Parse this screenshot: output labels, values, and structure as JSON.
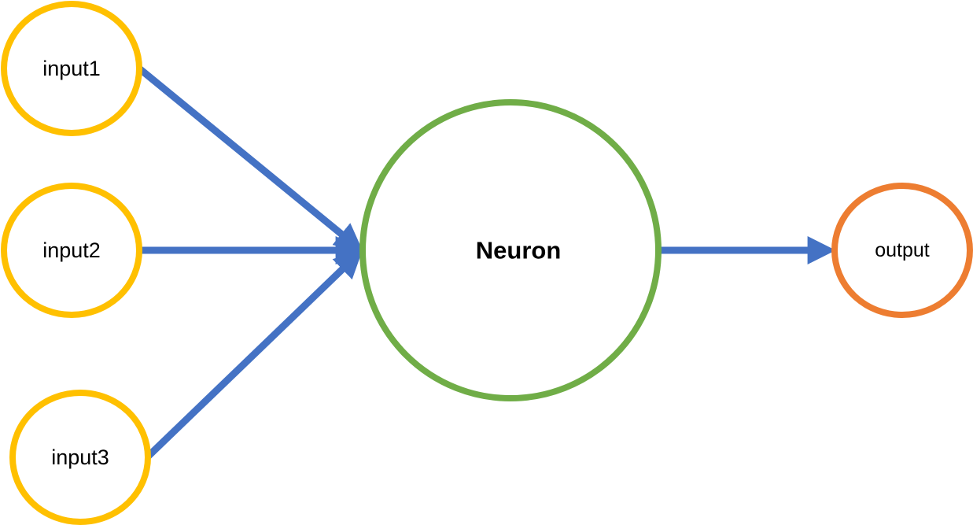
{
  "nodes": {
    "input1": {
      "label": "input1"
    },
    "input2": {
      "label": "input2"
    },
    "input3": {
      "label": "input3"
    },
    "neuron": {
      "label": "Neuron"
    },
    "output": {
      "label": "output"
    }
  },
  "colors": {
    "input_stroke": "#FFC000",
    "neuron_stroke": "#70AD47",
    "output_stroke": "#ED7D31",
    "arrow": "#4472C4",
    "text": "#000000",
    "background": "#FFFFFF"
  },
  "edges": [
    {
      "from": "input1",
      "to": "neuron"
    },
    {
      "from": "input2",
      "to": "neuron"
    },
    {
      "from": "input3",
      "to": "neuron"
    },
    {
      "from": "neuron",
      "to": "output"
    }
  ]
}
